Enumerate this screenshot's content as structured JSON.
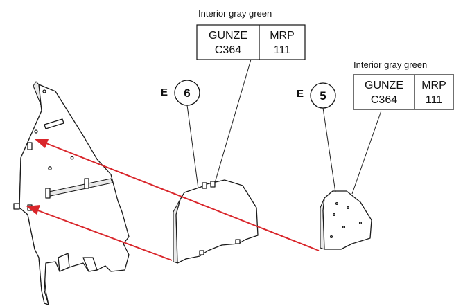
{
  "callouts": [
    {
      "title": "Interior gray green",
      "brand_left": "GUNZE",
      "code_left": "C364",
      "brand_right": "MRP",
      "code_right": "111"
    },
    {
      "title": "Interior gray green",
      "brand_left": "GUNZE",
      "code_left": "C364",
      "brand_right": "MRP",
      "code_right": "111"
    }
  ],
  "parts": [
    {
      "letter": "E",
      "number": "6"
    },
    {
      "letter": "E",
      "number": "5"
    }
  ],
  "colors": {
    "arrow": "#d9262b",
    "line": "#1a1a1a"
  }
}
